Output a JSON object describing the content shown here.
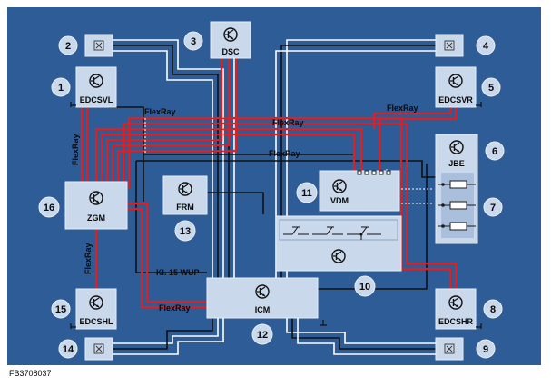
{
  "modules": {
    "edcsvl": "EDCSVL",
    "dsc": "DSC",
    "edcsvr": "EDCSVR",
    "jbe": "JBE",
    "zgm": "ZGM",
    "frm": "FRM",
    "vdm": "VDM",
    "icm": "ICM",
    "edcshl": "EDCSHL",
    "edcshr": "EDCSHR"
  },
  "numbers": {
    "n1": "1",
    "n2": "2",
    "n3": "3",
    "n4": "4",
    "n5": "5",
    "n6": "6",
    "n7": "7",
    "n8": "8",
    "n9": "9",
    "n10": "10",
    "n11": "11",
    "n12": "12",
    "n13": "13",
    "n14": "14",
    "n15": "15",
    "n16": "16"
  },
  "bus_labels": {
    "flexray_top_left": "FlexRay",
    "flexray_top_mid": "FlexRay",
    "flexray_top_right": "FlexRay",
    "flexray_mid": "FlexRay",
    "flexray_left_upper": "FlexRay",
    "flexray_left_lower": "FlexRay",
    "flexray_bottom": "FlexRay",
    "wake_up": "Kl. 15 WUP"
  },
  "figure_code": "FB3708037",
  "colors": {
    "background": "#2e5c96",
    "module_fill": "#c9d8ea",
    "wire_light": "#ffffff",
    "wire_dark": "#1a1a1a",
    "flexray": "#e02020"
  }
}
